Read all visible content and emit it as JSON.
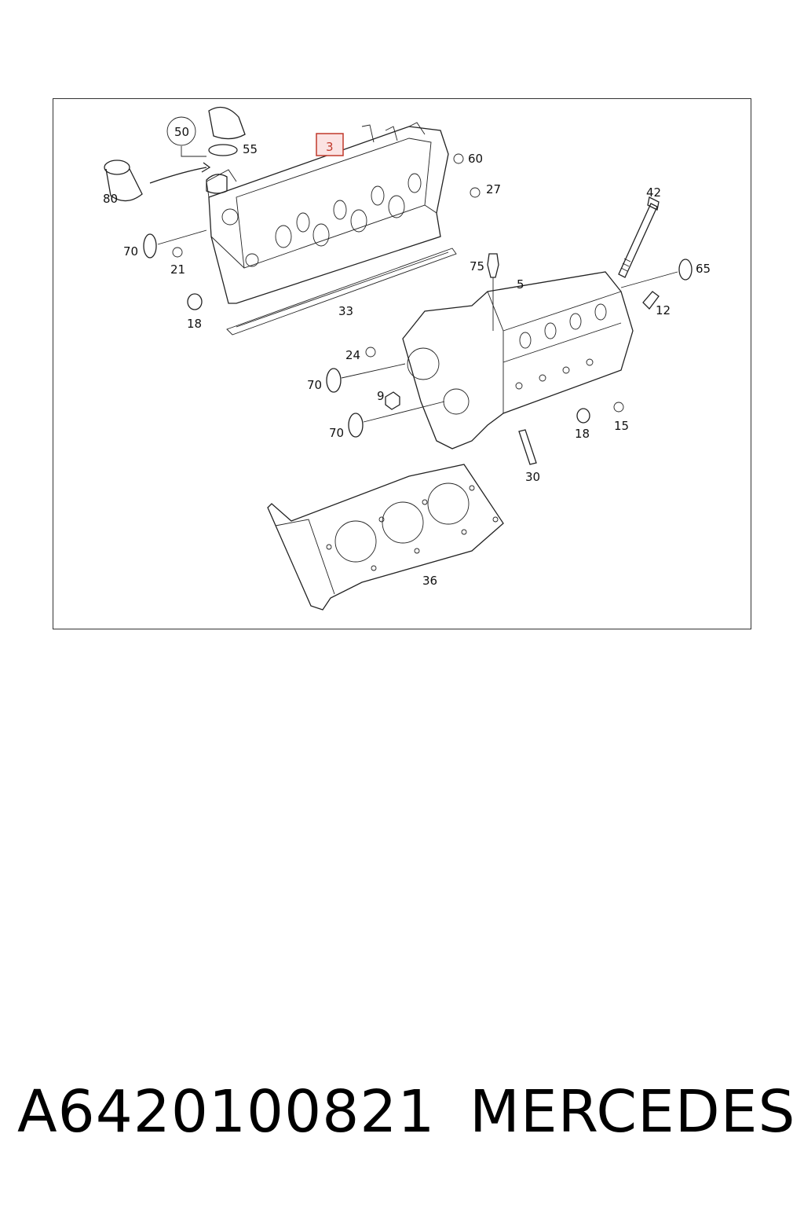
{
  "diagram": {
    "highlight_color": "#c0392b",
    "callouts": [
      {
        "id": "c50",
        "text": "50"
      },
      {
        "id": "c55",
        "text": "55"
      },
      {
        "id": "c3",
        "text": "3",
        "highlighted": true
      },
      {
        "id": "c60",
        "text": "60"
      },
      {
        "id": "c27",
        "text": "27"
      },
      {
        "id": "c80",
        "text": "80"
      },
      {
        "id": "c42",
        "text": "42"
      },
      {
        "id": "c70a",
        "text": "70"
      },
      {
        "id": "c21",
        "text": "21"
      },
      {
        "id": "c75",
        "text": "75"
      },
      {
        "id": "c65",
        "text": "65"
      },
      {
        "id": "c5",
        "text": "5"
      },
      {
        "id": "c12",
        "text": "12"
      },
      {
        "id": "c18a",
        "text": "18"
      },
      {
        "id": "c33",
        "text": "33"
      },
      {
        "id": "c24",
        "text": "24"
      },
      {
        "id": "c70b",
        "text": "70"
      },
      {
        "id": "c9",
        "text": "9"
      },
      {
        "id": "c70c",
        "text": "70"
      },
      {
        "id": "c18b",
        "text": "18"
      },
      {
        "id": "c15",
        "text": "15"
      },
      {
        "id": "c30",
        "text": "30"
      },
      {
        "id": "c36",
        "text": "36"
      }
    ]
  },
  "footer": {
    "part_number": "A6420100821",
    "brand": "MERCEDES"
  }
}
